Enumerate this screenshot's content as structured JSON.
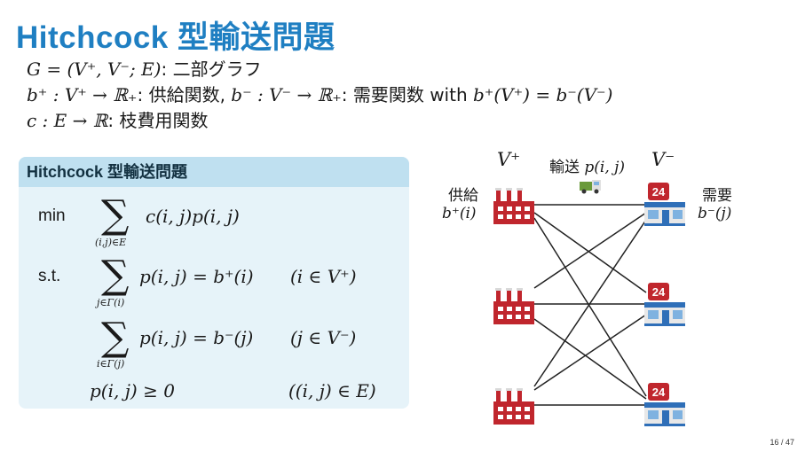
{
  "title": "Hitchcock 型輸送問題",
  "definitions": {
    "line1": {
      "math": "G = (V⁺, V⁻; E)",
      "text": ": 二部グラフ"
    },
    "line2": {
      "math1": "b⁺ : V⁺ → ℝ₊",
      "text1": ": 供給関数, ",
      "math2": "b⁻ : V⁻ → ℝ₊",
      "text2": ": 需要関数 with ",
      "math3": "b⁺(V⁺) = b⁻(V⁻)"
    },
    "line3": {
      "math": "c : E → ℝ",
      "text": ": 枝費用関数"
    }
  },
  "problem": {
    "heading": "Hitchcock 型輸送問題",
    "min_label": "min",
    "st_label": "s.t.",
    "objective": {
      "sum_sub": "(i,j)∈E",
      "expr": "c(i, j)p(i, j)"
    },
    "constraint1": {
      "sum_sub": "j∈Γ(i)",
      "expr": "p(i, j) = b⁺(i)",
      "cond": "(i ∈ V⁺)"
    },
    "constraint2": {
      "sum_sub": "i∈Γ(j)",
      "expr": "p(i, j) = b⁻(j)",
      "cond": "(j ∈ V⁻)"
    },
    "constraint3": {
      "expr": "p(i, j) ≥ 0",
      "cond": "((i, j) ∈ E)"
    }
  },
  "diagram": {
    "vplus_label": "V⁺",
    "vminus_label": "V⁻",
    "transport_label": "輸送",
    "transport_math": "p(i, j)",
    "supply_label": "供給",
    "supply_math": "b⁺(i)",
    "demand_label": "需要",
    "demand_math": "b⁻(j)",
    "store_sign": "24",
    "colors": {
      "factory": "#c0262d",
      "store_blue": "#2f6fb8",
      "truck": "#6a9a3a",
      "edge": "#222222"
    }
  },
  "page_number": "16 / 47"
}
